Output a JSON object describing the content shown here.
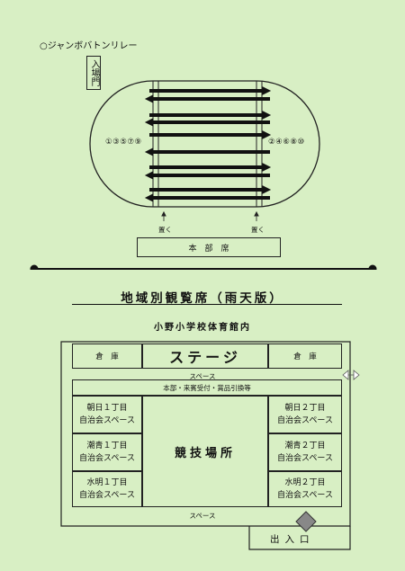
{
  "relay": {
    "title": "○ジャンボバトンリレー",
    "entrance": "入場門",
    "left_numbers": "①③⑤⑦⑨",
    "right_numbers": "②④⑥⑧⑩",
    "place_left": "置く",
    "place_right": "置く",
    "headquarters": "本　部　席"
  },
  "rain": {
    "title": "地域別観覧席（雨天版）",
    "subtitle": "小野小学校体育館内",
    "storage_left": "倉　庫",
    "stage": "ステージ",
    "storage_right": "倉　庫",
    "space_top": "スペース",
    "reception": "本部・来賓受付・賞品引換等",
    "left_areas": [
      {
        "line1": "朝日１丁目",
        "line2": "自治会スペース"
      },
      {
        "line1": "潮青１丁目",
        "line2": "自治会スペース"
      },
      {
        "line1": "水明１丁目",
        "line2": "自治会スペース"
      }
    ],
    "right_areas": [
      {
        "line1": "朝日２丁目",
        "line2": "自治会スペース"
      },
      {
        "line1": "潮青２丁目",
        "line2": "自治会スペース"
      },
      {
        "line1": "水明２丁目",
        "line2": "自治会スペース"
      }
    ],
    "venue": "競技場所",
    "space_bottom": "スペース",
    "exit": "出入口"
  }
}
